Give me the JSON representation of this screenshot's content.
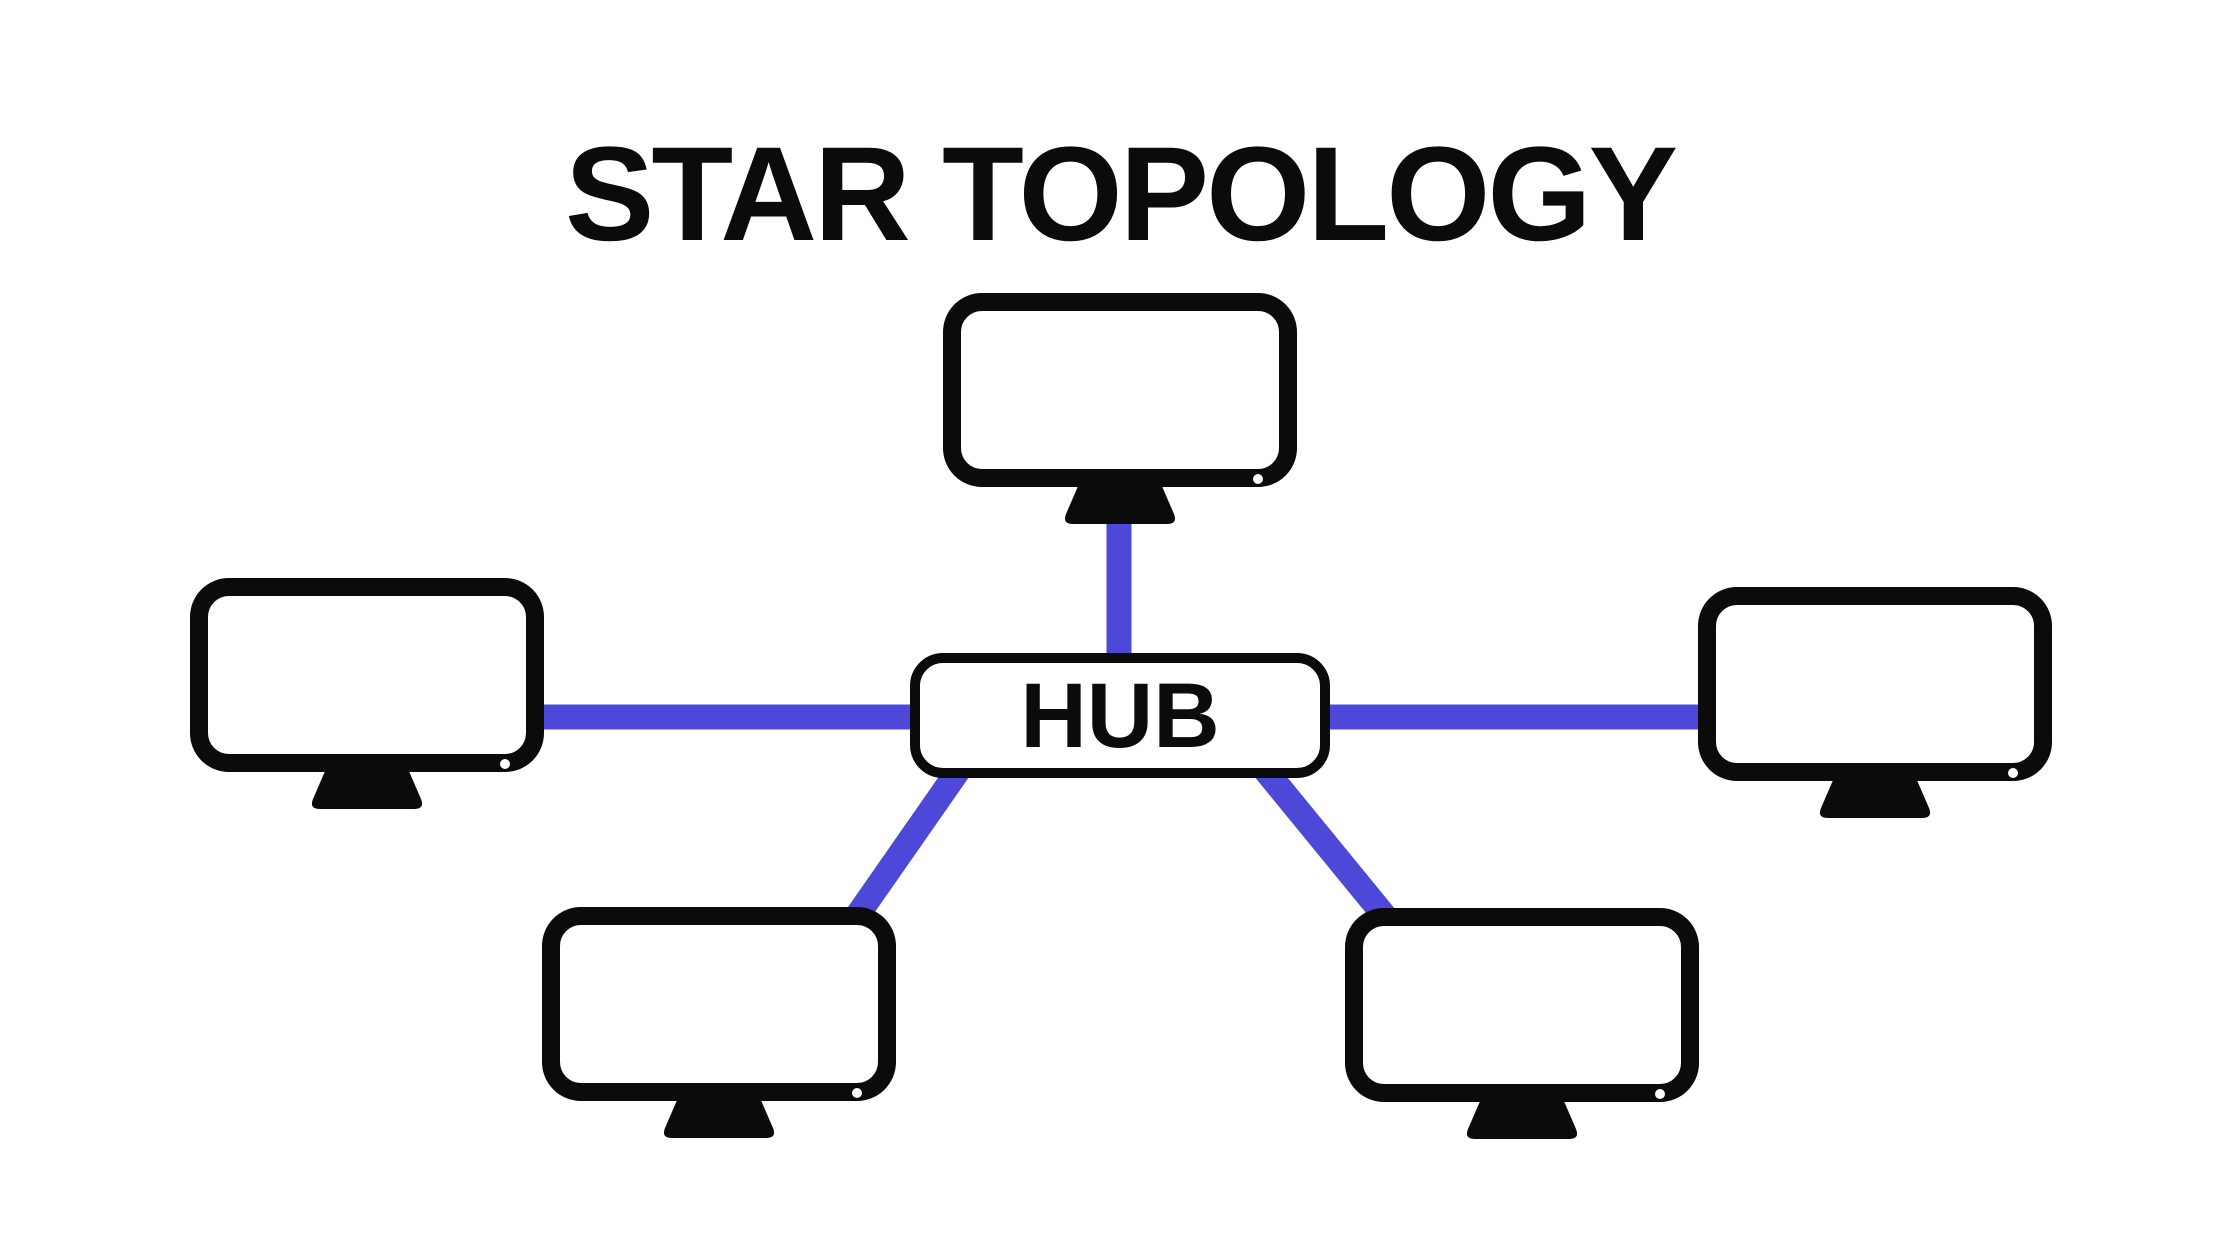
{
  "title": "STAR TOPOLOGY",
  "hub": {
    "label": "HUB"
  },
  "colors": {
    "background": "#ffffff",
    "ink": "#0b0b0b",
    "screen": "#ffffff",
    "connection": "#4d48d7"
  },
  "diagram": {
    "type": "network-topology",
    "topology": "star",
    "nodes": [
      {
        "id": "hub",
        "kind": "hub",
        "label": "HUB",
        "shape": "rounded-rectangle",
        "position": "center"
      },
      {
        "id": "computer-top",
        "kind": "computer",
        "icon": "monitor-icon",
        "position": "top"
      },
      {
        "id": "computer-left",
        "kind": "computer",
        "icon": "monitor-icon",
        "position": "left"
      },
      {
        "id": "computer-right",
        "kind": "computer",
        "icon": "monitor-icon",
        "position": "right"
      },
      {
        "id": "computer-bottom-left",
        "kind": "computer",
        "icon": "monitor-icon",
        "position": "bottom-left"
      },
      {
        "id": "computer-bottom-right",
        "kind": "computer",
        "icon": "monitor-icon",
        "position": "bottom-right"
      }
    ],
    "edges": [
      {
        "from": "hub",
        "to": "computer-top"
      },
      {
        "from": "hub",
        "to": "computer-left"
      },
      {
        "from": "hub",
        "to": "computer-right"
      },
      {
        "from": "hub",
        "to": "computer-bottom-left"
      },
      {
        "from": "hub",
        "to": "computer-bottom-right"
      }
    ]
  }
}
